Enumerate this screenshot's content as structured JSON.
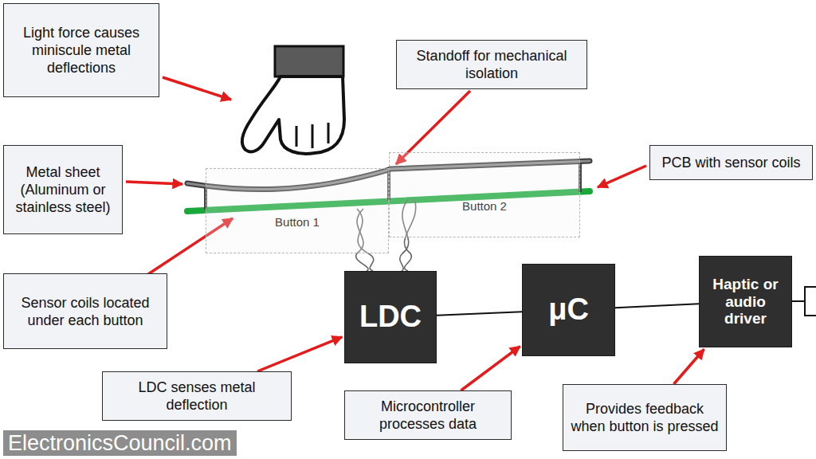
{
  "diagram": {
    "nodes": [
      {
        "text": [
          "Light force causes miniscule metal deflections"
        ]
      },
      {
        "text": [
          "Standoff for mechanical isolation"
        ]
      },
      {
        "text": [
          "Metal sheet (Aluminum or stainless steel)"
        ]
      },
      {
        "text": [
          "PCB with sensor coils"
        ]
      },
      {
        "text": [
          "Button 1"
        ]
      },
      {
        "text": [
          "Button 2"
        ]
      },
      {
        "text": [
          "Sensor coils located under each button"
        ]
      },
      {
        "text": [
          "LDC"
        ]
      },
      {
        "text": [
          "μC"
        ]
      },
      {
        "text": [
          "Haptic or audio driver"
        ]
      },
      {
        "text": [
          "LDC senses metal deflection"
        ]
      },
      {
        "text": [
          "Microcontroller processes data"
        ]
      },
      {
        "text": [
          "Provides feedback when button is pressed"
        ]
      }
    ],
    "edges": [
      {
        "from": 7,
        "to": 8,
        "arrow": "none"
      },
      {
        "from": 8,
        "to": 9,
        "arrow": "none"
      },
      {
        "from": 10,
        "to": 7,
        "arrow": "to"
      },
      {
        "from": 11,
        "to": 8,
        "arrow": "to"
      },
      {
        "from": 12,
        "to": 9,
        "arrow": "to"
      }
    ],
    "labels": [
      "ElectronicsCouncil.com"
    ]
  }
}
